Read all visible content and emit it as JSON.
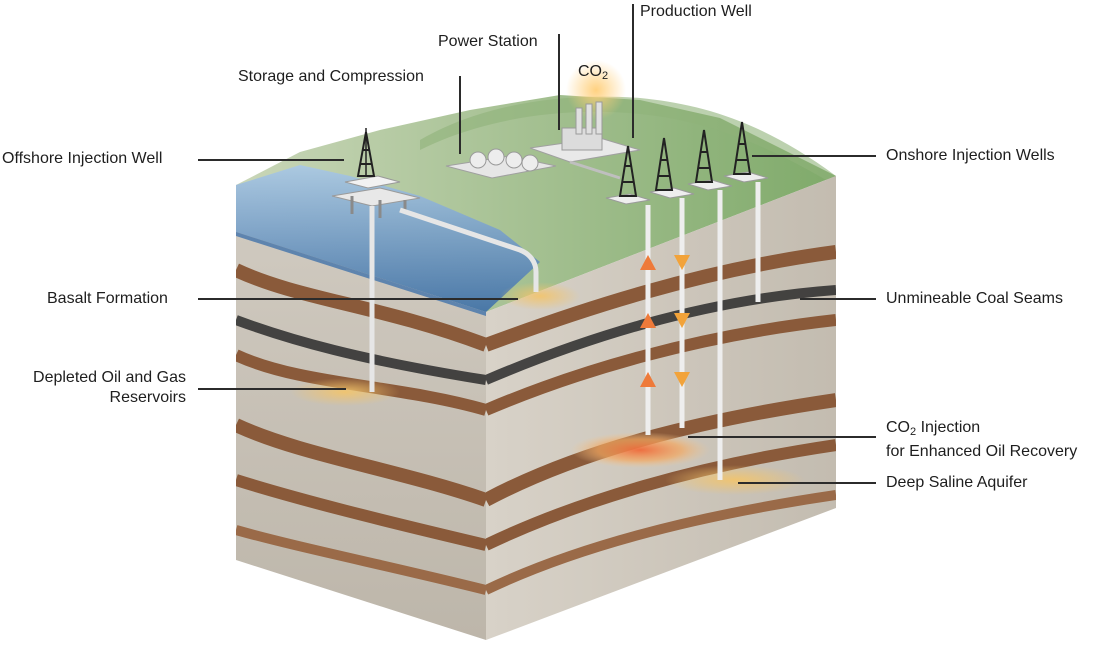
{
  "labels": {
    "production_well": "Production Well",
    "power_station": "Power Station",
    "storage_compression": "Storage and Compression",
    "offshore_injection_well": "Offshore Injection Well",
    "onshore_injection_wells": "Onshore Injection Wells",
    "basalt_formation": "Basalt Formation",
    "unmineable_coal_seams": "Unmineable Coal Seams",
    "depleted_reservoirs_line1": "Depleted Oil and Gas",
    "depleted_reservoirs_line2": "Reservoirs",
    "co2_injection_co": "CO",
    "co2_injection_sub": "2",
    "co2_injection_rest": " Injection",
    "co2_injection_line2": "for Enhanced Oil Recovery",
    "deep_saline_aquifer": "Deep Saline Aquifer"
  },
  "emission": {
    "co": "CO",
    "sub": "2"
  },
  "colors": {
    "sea": "#5f8fbf",
    "land": "#9bb98a",
    "rock": "#d9d4ca",
    "rock_layer": "#8a5a3a",
    "coal": "#2c2c2c",
    "co2_plume": "#f0a060",
    "arrow_up": "#ee7a3a",
    "arrow_down": "#f2a33a"
  }
}
